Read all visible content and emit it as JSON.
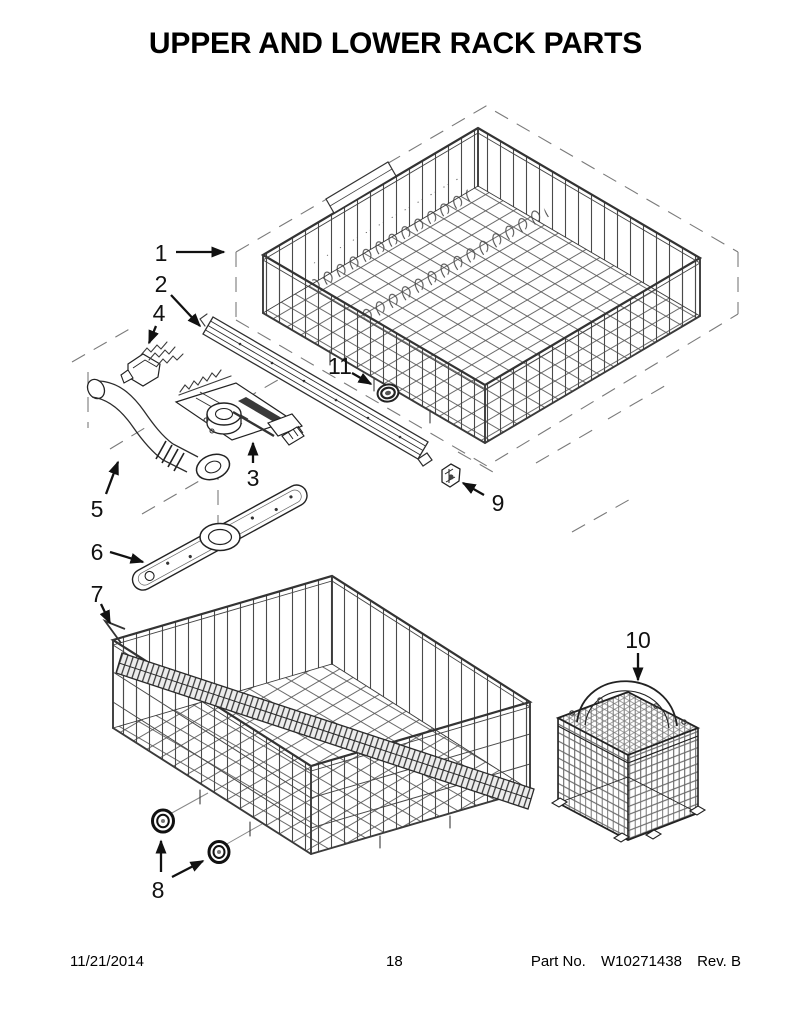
{
  "title": "UPPER AND LOWER RACK PARTS",
  "footer": {
    "date": "11/21/2014",
    "page_number": "18",
    "part_label": "Part No.",
    "part_number": "W10271438",
    "revision": "Rev.  B"
  },
  "callouts": [
    {
      "label": "1"
    },
    {
      "label": "2"
    },
    {
      "label": "3"
    },
    {
      "label": "4"
    },
    {
      "label": "5"
    },
    {
      "label": "6"
    },
    {
      "label": "7"
    },
    {
      "label": "8"
    },
    {
      "label": "9"
    },
    {
      "label": "10"
    },
    {
      "label": "11"
    }
  ]
}
